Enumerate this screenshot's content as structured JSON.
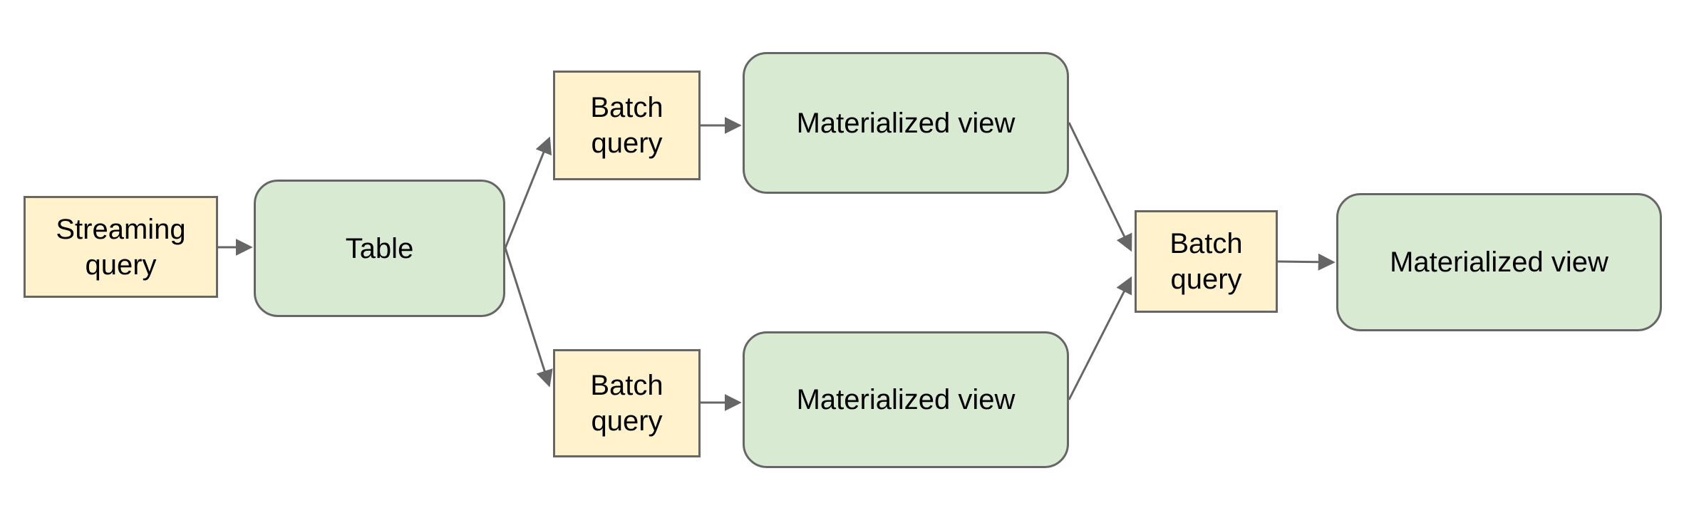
{
  "nodes": {
    "streaming_query": {
      "label": "Streaming query",
      "type": "query"
    },
    "table": {
      "label": "Table",
      "type": "table"
    },
    "batch_query_top": {
      "label": "Batch query",
      "type": "query"
    },
    "materialized_view_top": {
      "label": "Materialized view",
      "type": "view"
    },
    "batch_query_bottom": {
      "label": "Batch query",
      "type": "query"
    },
    "materialized_view_bottom": {
      "label": "Materialized view",
      "type": "view"
    },
    "batch_query_final": {
      "label": "Batch query",
      "type": "query"
    },
    "materialized_view_final": {
      "label": "Materialized view",
      "type": "view"
    }
  },
  "edges": [
    {
      "from": "streaming_query",
      "to": "table"
    },
    {
      "from": "table",
      "to": "batch_query_top"
    },
    {
      "from": "table",
      "to": "batch_query_bottom"
    },
    {
      "from": "batch_query_top",
      "to": "materialized_view_top"
    },
    {
      "from": "batch_query_bottom",
      "to": "materialized_view_bottom"
    },
    {
      "from": "materialized_view_top",
      "to": "batch_query_final"
    },
    {
      "from": "materialized_view_bottom",
      "to": "batch_query_final"
    },
    {
      "from": "batch_query_final",
      "to": "materialized_view_final"
    }
  ],
  "colors": {
    "query_fill": "#fff2cc",
    "view_fill": "#d9ead3",
    "border": "#666666",
    "arrow": "#666666",
    "text": "#000000",
    "background": "#ffffff"
  }
}
